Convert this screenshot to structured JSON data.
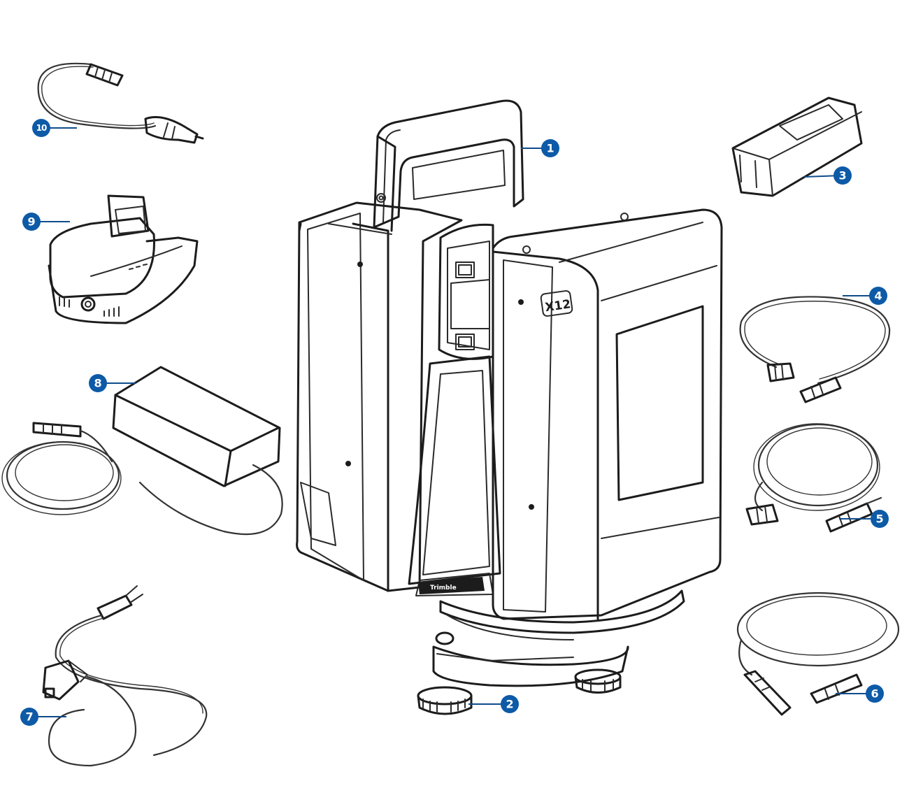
{
  "scanner": {
    "model_label": "X12",
    "brand_label": "Trimble"
  },
  "callouts": [
    {
      "number": "1"
    },
    {
      "number": "2"
    },
    {
      "number": "3"
    },
    {
      "number": "4"
    },
    {
      "number": "5"
    },
    {
      "number": "6"
    },
    {
      "number": "7"
    },
    {
      "number": "8"
    },
    {
      "number": "9"
    },
    {
      "number": "10"
    }
  ],
  "colors": {
    "callout_fill": "#0d5aa7",
    "line_art": "#1c1c1c",
    "background": "#ffffff"
  }
}
